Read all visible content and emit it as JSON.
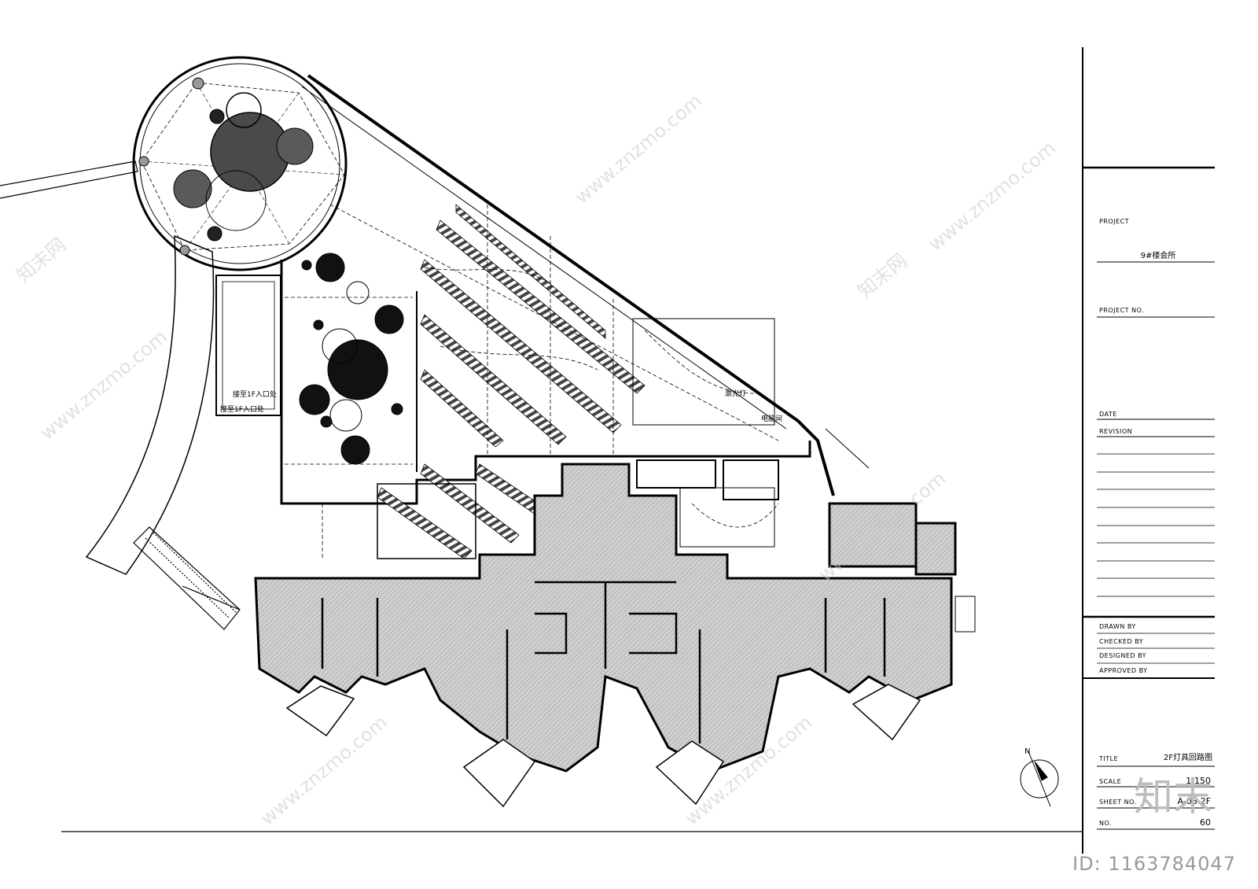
{
  "titleblock": {
    "project_label": "PROJECT",
    "project_value": "9#楼会所",
    "project_no_label": "PROJECT NO.",
    "date_label": "DATE",
    "revision_label": "REVISION",
    "drawn_by_label": "DRAWN BY",
    "checked_by_label": "CHECKED BY",
    "designed_by_label": "DESIGNED BY",
    "approved_by_label": "APPROVED BY",
    "title_label": "TITLE",
    "title_value": "2F灯具回路图",
    "scale_label": "SCALE",
    "scale_value": "1:150",
    "sheet_no_label": "SHEET NO.",
    "sheet_no_value": "A-08-2F",
    "no_label": "NO.",
    "no_value": "60"
  },
  "plan": {
    "label_entry_1": "接至1F入口处",
    "label_entry_2": "接至1F入口处",
    "label_elec_room": "电脑间",
    "label_laser": "激光灯",
    "north_label": "N"
  },
  "watermark": {
    "site": "www.znzmo.com",
    "brand_cn": "知末网",
    "logo_text": "知末",
    "id_text": "ID: 1163784047"
  }
}
